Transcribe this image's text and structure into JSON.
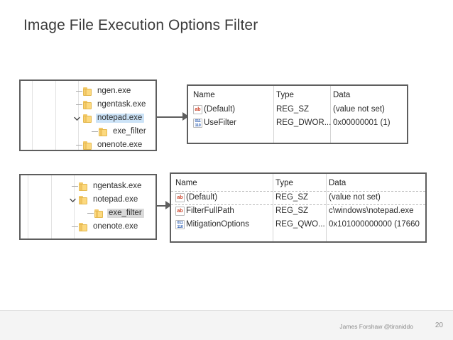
{
  "slide": {
    "title": "Image File Execution Options Filter"
  },
  "tree_panel_1": {
    "name": "registry-tree-before",
    "nodes": [
      {
        "label": "ngen.exe",
        "indent": 0,
        "expander": "none",
        "selection": "none",
        "icon": "folder-icon"
      },
      {
        "label": "ngentask.exe",
        "indent": 0,
        "expander": "none",
        "selection": "none",
        "icon": "folder-icon"
      },
      {
        "label": "notepad.exe",
        "indent": 0,
        "expander": "expanded",
        "selection": "blue",
        "icon": "folder-icon"
      },
      {
        "label": "exe_filter",
        "indent": 1,
        "expander": "none",
        "selection": "none",
        "icon": "folder-icon"
      },
      {
        "label": "onenote.exe",
        "indent": 0,
        "expander": "none",
        "selection": "none",
        "icon": "folder-icon"
      }
    ]
  },
  "tree_panel_2": {
    "name": "registry-tree-after",
    "nodes": [
      {
        "label": "ngentask.exe",
        "indent": 0,
        "expander": "none",
        "selection": "none",
        "icon": "folder-icon"
      },
      {
        "label": "notepad.exe",
        "indent": 0,
        "expander": "expanded",
        "selection": "none",
        "icon": "folder-icon"
      },
      {
        "label": "exe_filter",
        "indent": 1,
        "expander": "none",
        "selection": "gray",
        "icon": "folder-icon"
      },
      {
        "label": "onenote.exe",
        "indent": 0,
        "expander": "none",
        "selection": "none",
        "icon": "folder-icon"
      }
    ]
  },
  "reg_table_1": {
    "name": "registry-values-usefilter",
    "columns": [
      "Name",
      "Type",
      "Data"
    ],
    "rows": [
      {
        "icon": "string-value-icon",
        "name": "(Default)",
        "type": "REG_SZ",
        "data": "(value not set)"
      },
      {
        "icon": "dword-value-icon",
        "name": "UseFilter",
        "type": "REG_DWOR...",
        "data": "0x00000001 (1)"
      }
    ]
  },
  "reg_table_2": {
    "name": "registry-values-exe-filter",
    "columns": [
      "Name",
      "Type",
      "Data"
    ],
    "rows": [
      {
        "icon": "string-value-icon",
        "name": "(Default)",
        "type": "REG_SZ",
        "data": "(value not set)"
      },
      {
        "icon": "string-value-icon",
        "name": "FilterFullPath",
        "type": "REG_SZ",
        "data": "c\\windows\\notepad.exe"
      },
      {
        "icon": "qword-value-icon",
        "name": "MitigationOptions",
        "type": "REG_QWO...",
        "data": "0x101000000000 (17660"
      }
    ]
  },
  "footer": {
    "credit": "James Forshaw @tiraniddo",
    "page_number": "20"
  },
  "colors": {
    "frame": "#5e5e5e",
    "folder": "#fcd97f",
    "selection_blue": "#cce3f7",
    "selection_gray": "#d9d9d9",
    "string_icon": "#cc3c22",
    "number_icon": "#2f5fb3",
    "title_text": "#3b3b3b",
    "footer_text": "#8c8c8c"
  }
}
